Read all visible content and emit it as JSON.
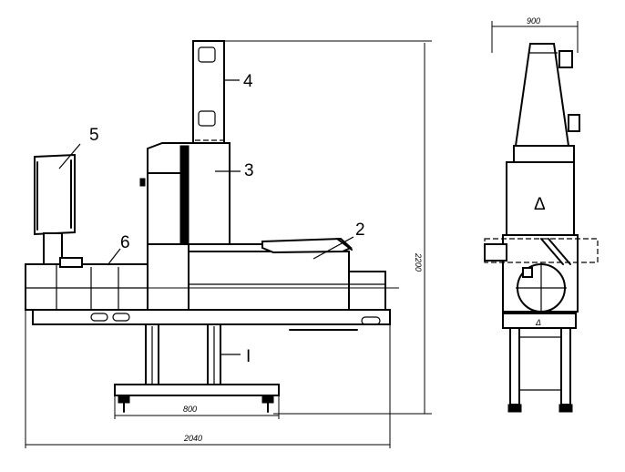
{
  "callouts": {
    "frame": "I",
    "feeder": "2",
    "housing": "3",
    "column": "4",
    "cabinet": "5",
    "conveyor": "6"
  },
  "dimensions": {
    "leg_spacing": "800",
    "overall_length": "2040",
    "overall_height": "2200",
    "side_width": "900"
  },
  "side_view": {
    "marker": "Δ"
  }
}
